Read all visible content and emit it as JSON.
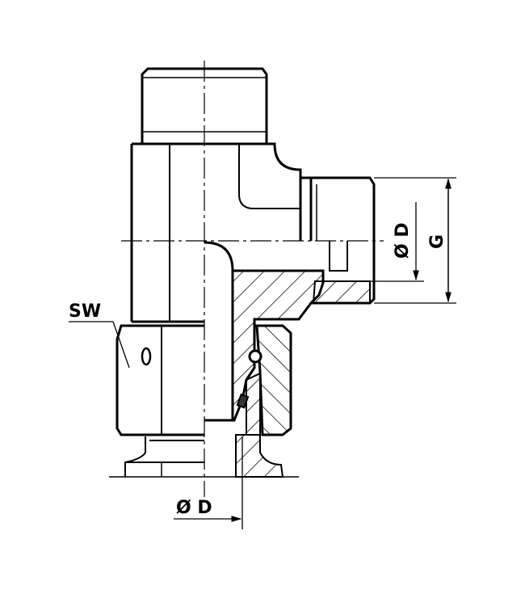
{
  "labels": {
    "wrench_size": "SW",
    "tube_diameter_branch": "Ø D",
    "thread": "G",
    "tube_diameter_bottom": "Ø D"
  },
  "colors": {
    "line": "#000000",
    "background": "#ffffff"
  }
}
